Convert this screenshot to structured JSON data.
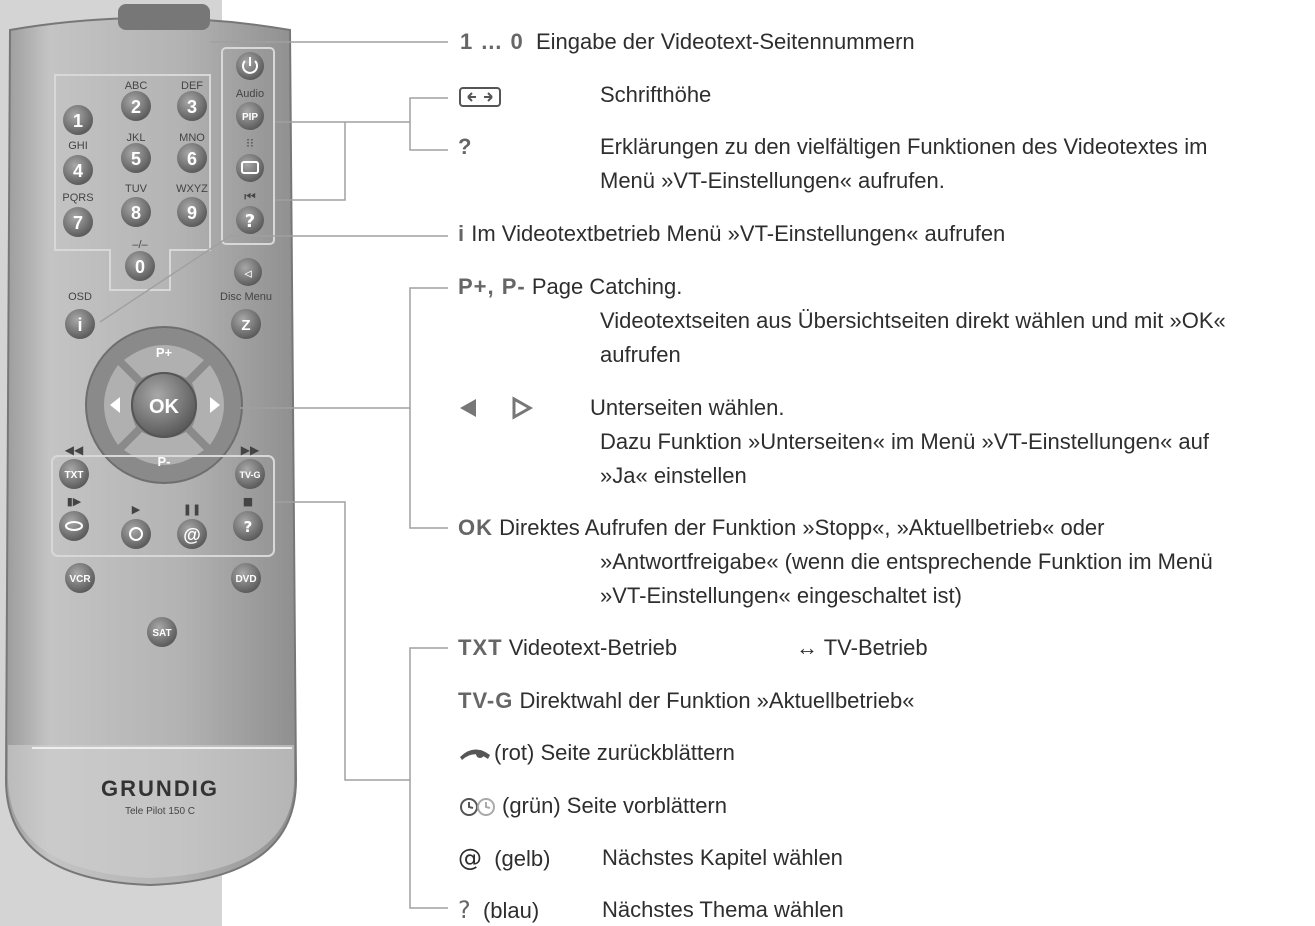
{
  "remote": {
    "brand": "GRUNDIG",
    "model": "Tele Pilot 150 C",
    "digits": [
      "1",
      "2",
      "3",
      "4",
      "5",
      "6",
      "7",
      "8",
      "9",
      "0"
    ],
    "digit_letters": [
      "ABC",
      "DEF",
      "GHI",
      "JKL",
      "MNO",
      "PQRS",
      "TUV",
      "WXYZ"
    ],
    "zero_sub": "–/–",
    "audio": "Audio",
    "pip": "PIP",
    "osd": "OSD",
    "info": "i",
    "disc_menu": "Disc Menu",
    "z": "Z",
    "p_plus": "P+",
    "p_minus": "P-",
    "ok": "OK",
    "txt": "TXT",
    "tvg": "TV-G",
    "at": "@",
    "vcr": "VCR",
    "dvd": "DVD",
    "sat": "SAT"
  },
  "legend": {
    "row1_key": "1 … 0",
    "row1_text": "Eingabe der Videotext-Seitennummern",
    "row2_text": "Schrifthöhe",
    "row3_key": "?",
    "row3_line1": "Erklärungen zu den vielfältigen Funktionen des Videotextes im",
    "row3_line2": "Menü »VT-Einstellungen« aufrufen.",
    "row4_key": "i",
    "row4_text": "Im Videotextbetrieb Menü »VT-Einstellungen« aufrufen",
    "row5_key": "P+, P-",
    "row5_text": "Page Catching.",
    "row5_line2": "Videotextseiten aus Übersichtseiten direkt wählen und mit »OK«",
    "row5_line3": "aufrufen",
    "row6_text": "Unterseiten wählen.",
    "row6_line2": "Dazu Funktion »Unterseiten« im Menü »VT-Einstellungen« auf",
    "row6_line3": "»Ja« einstellen",
    "row7_key": "OK",
    "row7_text": "Direktes Aufrufen der Funktion »Stopp«, »Aktuellbetrieb« oder",
    "row7_line2": "»Antwortfreigabe« (wenn die entsprechende Funktion im Menü",
    "row7_line3": "»VT-Einstellungen« eingeschaltet ist)",
    "row8_key": "TXT",
    "row8_text": "Videotext-Betrieb",
    "row8_right": "↔ TV-Betrieb",
    "row9_key": "TV-G",
    "row9_text": "Direktwahl der Funktion »Aktuellbetrieb«",
    "row10_text": "(rot) Seite zurückblättern",
    "row11_text": "(grün) Seite vorblättern",
    "row12_key": "@",
    "row12_color": "(gelb)",
    "row12_text": "Nächstes Kapitel wählen",
    "row13_color": "(blau)",
    "row13_text": "Nächstes Thema wählen"
  },
  "colors": {
    "strip": "#d4d4d4",
    "remote_body": "#a9a9a9",
    "button": "#7a7a7a",
    "leader": "#9a9a9a"
  },
  "icons": [
    "power-icon",
    "size-icon",
    "question-icon",
    "mute-icon",
    "rewind-icon",
    "forward-icon",
    "play-icon",
    "pause-icon",
    "stop-icon",
    "eye-icon",
    "clock-icon",
    "at-icon",
    "reveal-icon",
    "arrow-left-icon",
    "arrow-right-icon"
  ]
}
